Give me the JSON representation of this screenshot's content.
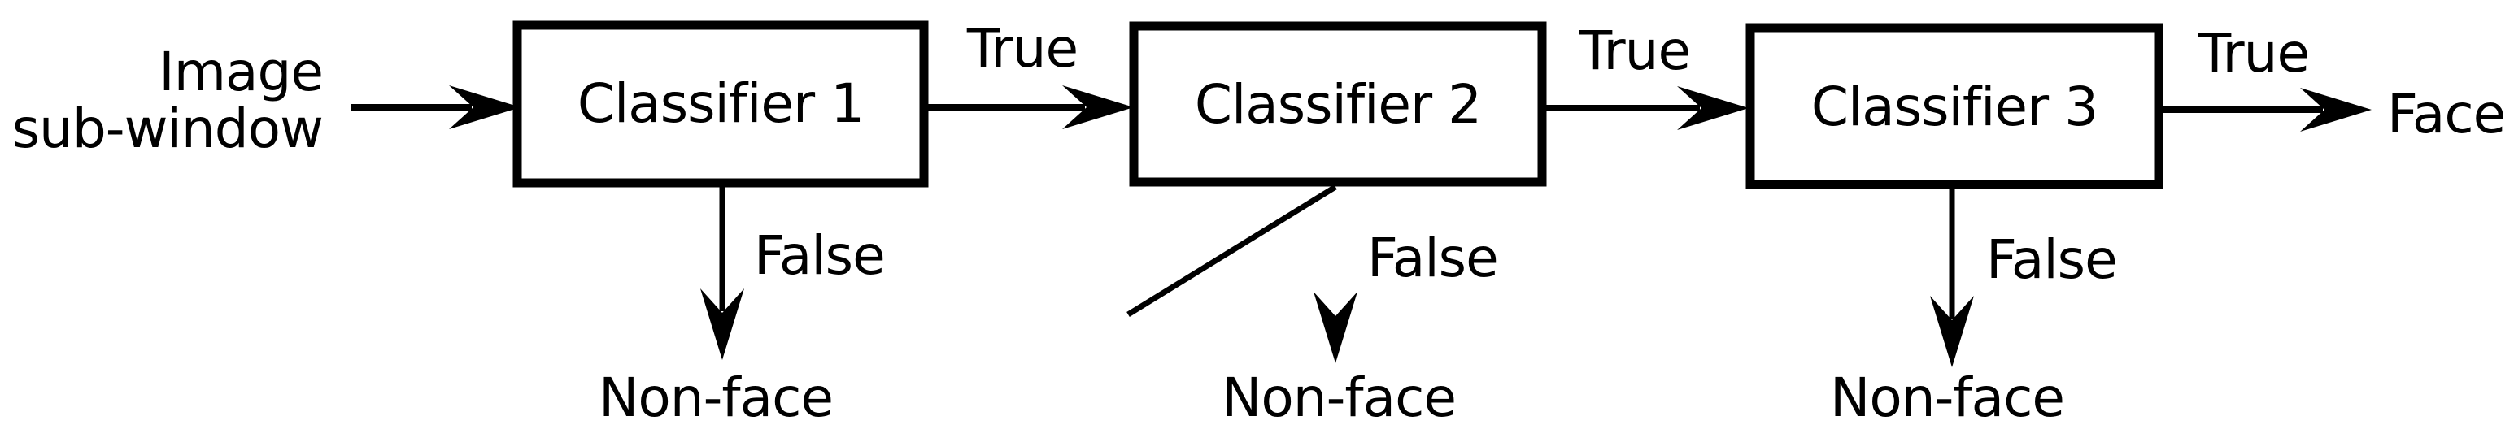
{
  "diagram": {
    "type": "flowchart",
    "subject": "cascade-classifier-face-detection",
    "background_color": "#ffffff",
    "ink_color": "#000000",
    "input_label": {
      "line1": "Image",
      "line2": "sub-window"
    },
    "stages": [
      {
        "label": "Classifier 1",
        "true_label": "True",
        "false_label": "False",
        "false_result": "Non-face"
      },
      {
        "label": "Classifier 2",
        "true_label": "True",
        "false_label": "False",
        "false_result": "Non-face"
      },
      {
        "label": "Classifier 3",
        "true_label": "True",
        "false_label": "False",
        "false_result": "Non-face"
      }
    ],
    "final_result": "Face"
  }
}
